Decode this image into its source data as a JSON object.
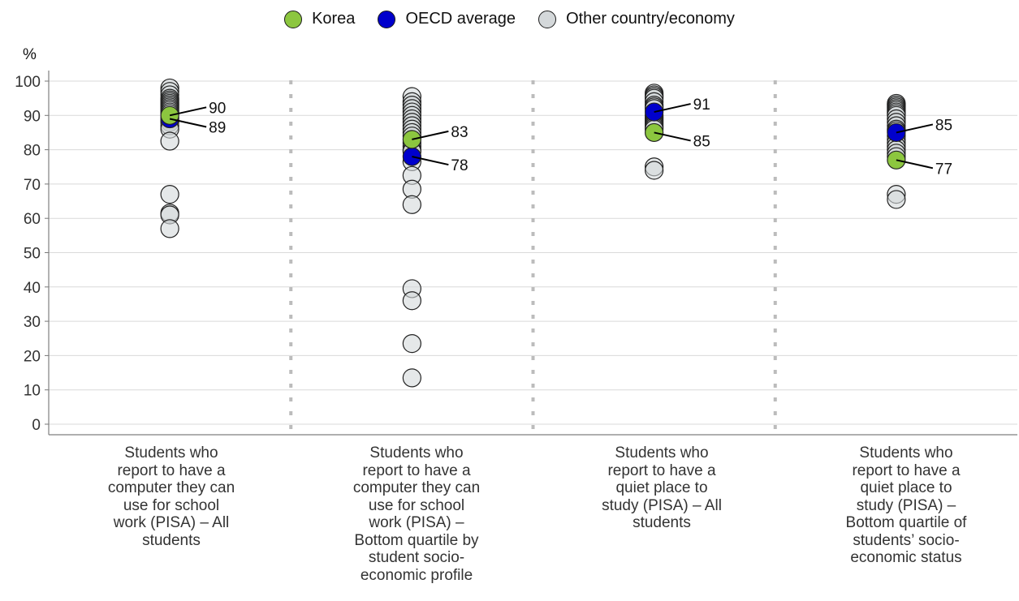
{
  "chart_data": {
    "type": "scatter",
    "y_unit": "%",
    "ylim": [
      0,
      100
    ],
    "yticks": [
      0,
      10,
      20,
      30,
      40,
      50,
      60,
      70,
      80,
      90,
      100
    ],
    "grid": true,
    "legend_position": "top-center",
    "legend": [
      {
        "key": "korea",
        "label": "Korea",
        "color": "#8cc63f"
      },
      {
        "key": "oecd",
        "label": "OECD average",
        "color": "#0000cc"
      },
      {
        "key": "other",
        "label": "Other country/economy",
        "color": "#d4d8da"
      }
    ],
    "categories": [
      {
        "label": "Students who\nreport to have a\ncomputer they can\nuse for school\nwork (PISA) – All\nstudents",
        "korea": 90,
        "oecd": 89,
        "korea_label": "90",
        "oecd_label": "89",
        "others": [
          98,
          97,
          96,
          95,
          94.5,
          94,
          93.5,
          93,
          92.5,
          92,
          91.5,
          91,
          90.5,
          89.5,
          88.5,
          88,
          87,
          86,
          82.5,
          67,
          61.5,
          61,
          57
        ]
      },
      {
        "label": "Students who\nreport to have a\ncomputer they can\nuse for school\nwork (PISA) –\nBottom quartile by\nstudent socio-\neconomic profile",
        "korea": 83,
        "oecd": 78,
        "korea_label": "83",
        "oecd_label": "78",
        "others": [
          95.5,
          94,
          93,
          92,
          91,
          90,
          89,
          88,
          87,
          86,
          85,
          84,
          82,
          81,
          80,
          79.5,
          76.5,
          72.5,
          68.5,
          64,
          39.5,
          36,
          23.5,
          13.5
        ]
      },
      {
        "label": "Students who\nreport to have a\nquiet place to\nstudy (PISA) – All\nstudents",
        "korea": 85,
        "oecd": 91,
        "korea_label": "85",
        "oecd_label": "91",
        "others": [
          96.5,
          96,
          95.5,
          95,
          94,
          93,
          92.5,
          92,
          90,
          89.5,
          89,
          88.5,
          88,
          87.5,
          87,
          86.5,
          86,
          75,
          74
        ]
      },
      {
        "label": "Students who\nreport to have a\nquiet place to\nstudy (PISA) –\nBottom quartile of\nstudents’ socio-\neconomic status",
        "korea": 77,
        "oecd": 85,
        "korea_label": "77",
        "oecd_label": "85",
        "others": [
          93.5,
          93,
          92.5,
          92,
          91.5,
          91,
          90.5,
          90,
          89,
          88,
          87,
          86,
          85.5,
          84,
          83,
          82,
          81,
          80,
          79,
          78,
          67,
          65.5
        ]
      }
    ]
  }
}
